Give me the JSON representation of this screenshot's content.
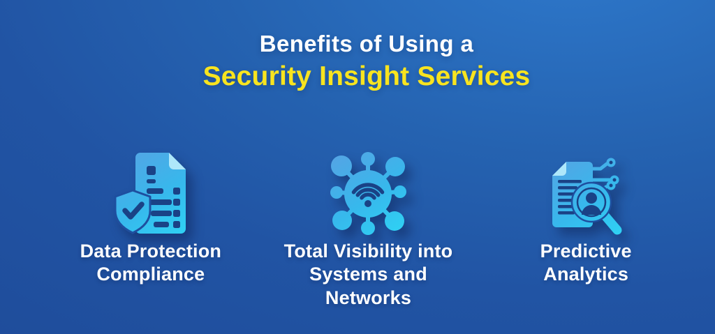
{
  "title": {
    "line1": "Benefits of Using a",
    "line2": "Security Insight Services"
  },
  "benefits": [
    {
      "label": "Data Protection Compliance",
      "lines": [
        "Data Protection",
        "Compliance"
      ],
      "icon": "document-shield-check-icon"
    },
    {
      "label": "Total Visibility into Systems and Networks",
      "lines": [
        "Total Visibility into",
        "Systems and",
        "Networks"
      ],
      "icon": "network-wifi-hub-icon"
    },
    {
      "label": "Predictive Analytics",
      "lines": [
        "Predictive",
        "Analytics"
      ],
      "icon": "document-magnifier-person-icon"
    }
  ],
  "colors": {
    "background_top_right": "#2e79cc",
    "background_main": "#2154a4",
    "background_dark": "#1e4b99",
    "title_text": "#ffffff",
    "title_highlight": "#f8e41f",
    "label_text": "#ffffff",
    "icon_gradient_start": "#55a4e4",
    "icon_gradient_mid": "#37b8ec",
    "icon_gradient_end": "#2fd2f4",
    "icon_cutout": "#1a4286",
    "icon_fold": "#aee7fa"
  }
}
